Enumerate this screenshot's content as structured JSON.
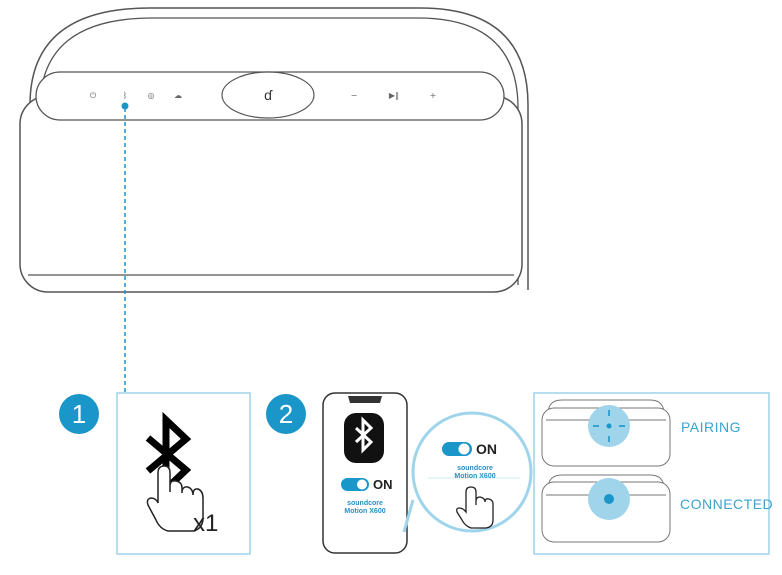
{
  "steps": [
    {
      "number": "1",
      "press_count": "x1"
    },
    {
      "number": "2",
      "toggle_label": "ON",
      "device_brand": "soundcore",
      "device_model": "Motion X600"
    }
  ],
  "status": {
    "pairing": "PAIRING",
    "connected": "CONNECTED"
  },
  "colors": {
    "accent": "#1b96c9",
    "light_accent": "#9fd4ea",
    "outline": "#444444"
  }
}
